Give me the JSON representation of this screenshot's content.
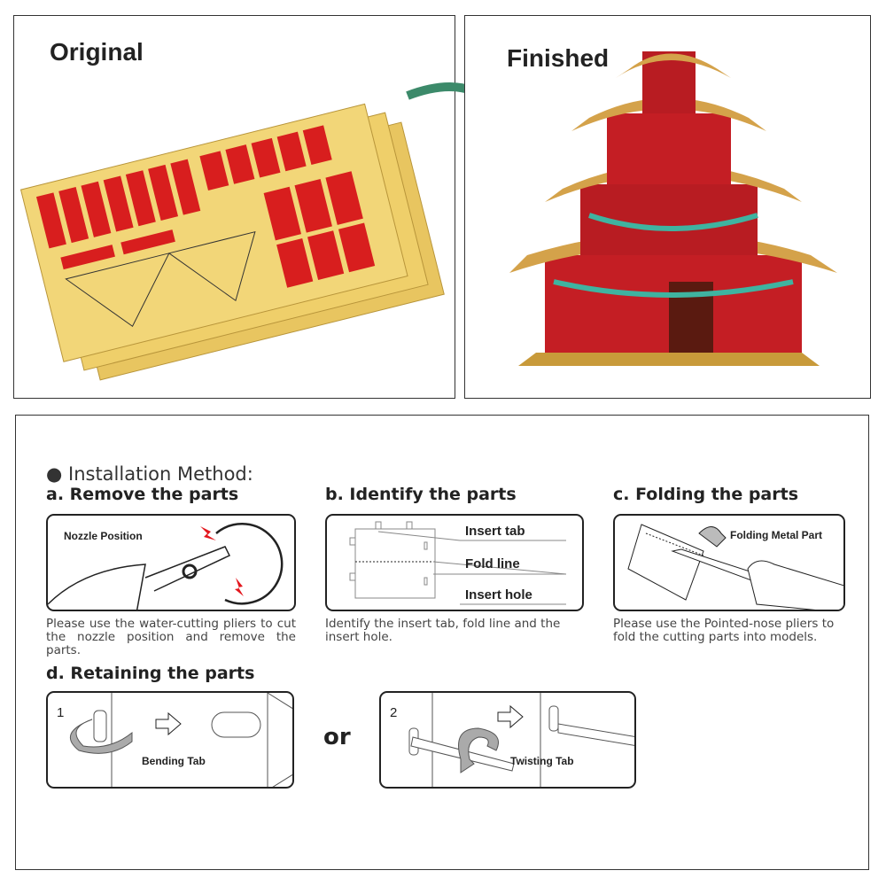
{
  "top": {
    "original_label": "Original",
    "finished_label": "Finished",
    "arrow_color": "#3c8a6a"
  },
  "install": {
    "title": "Installation Method:",
    "a": {
      "heading": "a. Remove the parts",
      "label": "Nozzle Position",
      "caption": "Please use the water-cutting pliers to cut the nozzle position and remove the parts."
    },
    "b": {
      "heading": "b. Identify the parts",
      "labels": [
        "Insert tab",
        "Fold line",
        "Insert hole"
      ],
      "caption": "Identify the insert tab, fold line and the insert hole."
    },
    "c": {
      "heading": "c. Folding the parts",
      "label": "Folding Metal Part",
      "caption": "Please use the Pointed-nose pliers to fold the cutting parts into models."
    },
    "d": {
      "heading": "d. Retaining the parts",
      "step1": "1",
      "step1_label": "Bending Tab",
      "or": "or",
      "step2": "2",
      "step2_label": "Twisting Tab"
    }
  }
}
